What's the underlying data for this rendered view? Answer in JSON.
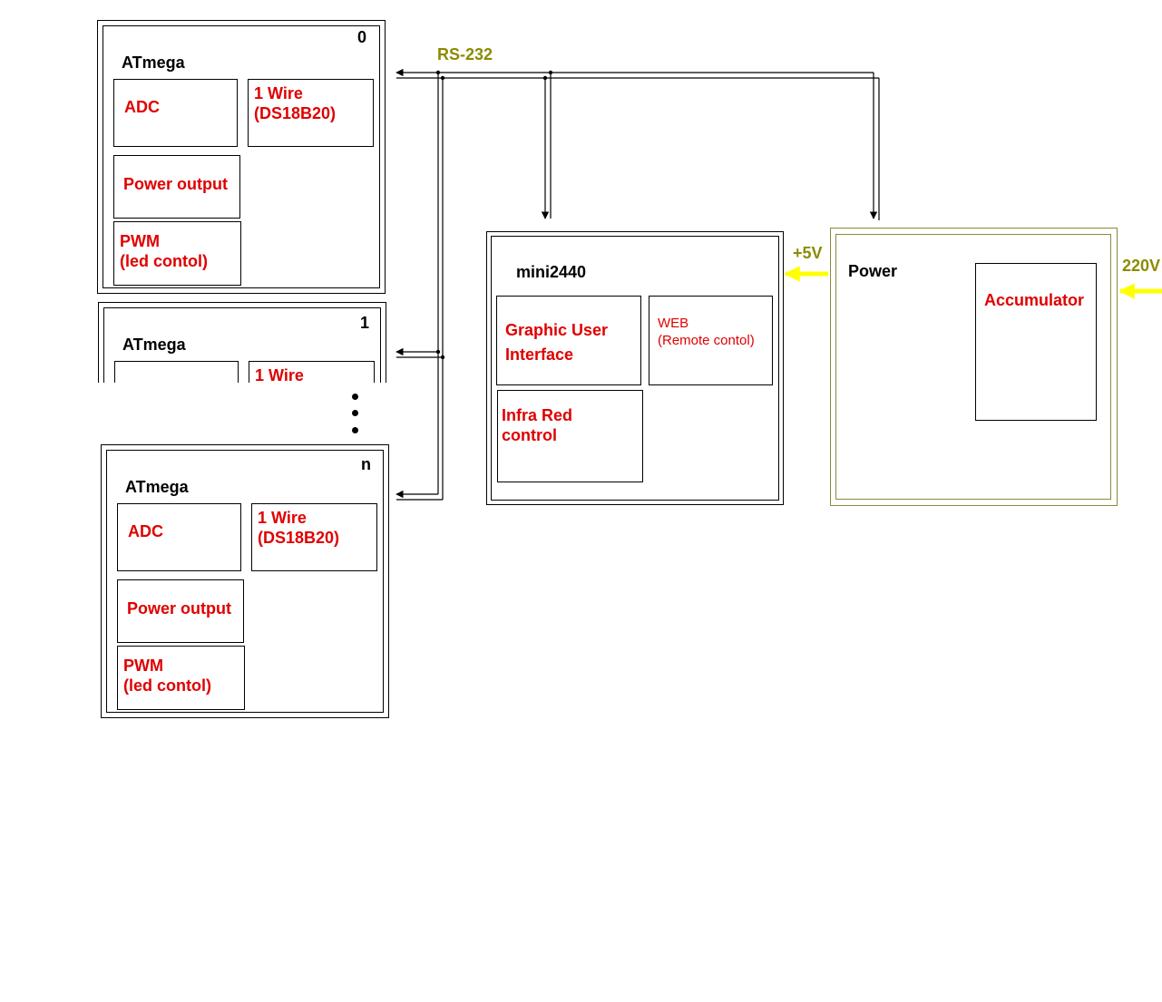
{
  "bus": {
    "label": "RS-232"
  },
  "atmega_0": {
    "index": "0",
    "title": "ATmega",
    "adc": "ADC",
    "one_wire": "1 Wire\n(DS18B20)",
    "power_output": "Power output",
    "pwm": "PWM\n(led contol)"
  },
  "atmega_1": {
    "index": "1",
    "title": "ATmega",
    "one_wire": "1 Wire"
  },
  "atmega_n": {
    "index": "n",
    "title": "ATmega",
    "adc": "ADC",
    "one_wire": "1 Wire\n(DS18B20)",
    "power_output": "Power output",
    "pwm": "PWM\n(led contol)"
  },
  "mini2440": {
    "title": "mini2440",
    "gui": "Graphic User\nInterface",
    "web": "WEB\n(Remote contol)",
    "infrared": "Infra Red\ncontrol"
  },
  "power": {
    "title": "Power",
    "accumulator": "Accumulator"
  },
  "voltages": {
    "v5": "+5V",
    "v220": "220V"
  },
  "colors": {
    "text_red": "#e00000",
    "olive": "#8b8b00",
    "power_arrow": "#ffff00"
  }
}
